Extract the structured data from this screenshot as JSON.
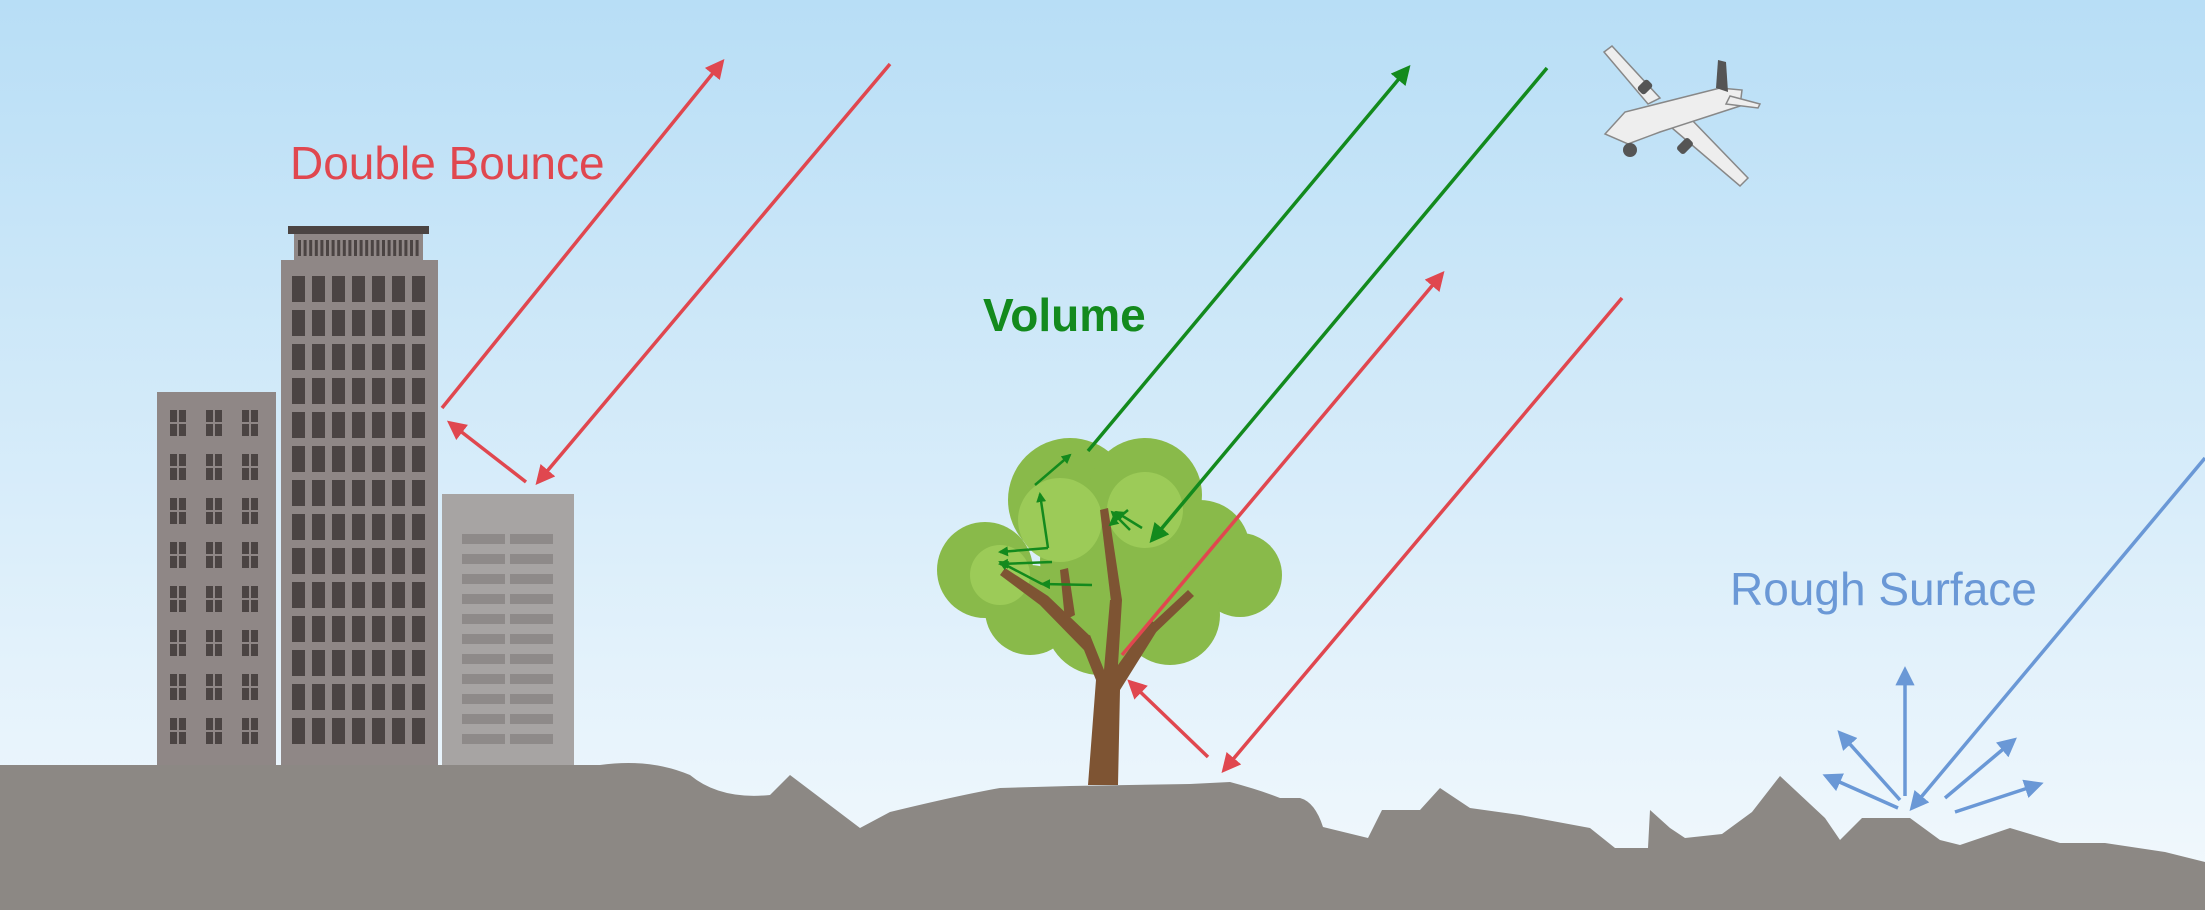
{
  "labels": {
    "double_bounce": "Double Bounce",
    "volume": "Volume",
    "rough_surface": "Rough Surface"
  },
  "colors": {
    "sky_top": "#b8def6",
    "sky_bottom": "#f3f9fd",
    "ground": "#8c8884",
    "double_bounce": "#e0474f",
    "volume": "#138a1d",
    "rough_surface": "#6a98d6",
    "building_dark": "#8f8786",
    "building_light": "#a7a4a3",
    "window": "#4b4443",
    "foliage": "#89ba4a",
    "foliage_light": "#9ccb58",
    "trunk": "#7e5433"
  },
  "icons": {
    "aircraft": "aircraft-icon",
    "buildings": "building-icon",
    "tree": "tree-icon"
  }
}
